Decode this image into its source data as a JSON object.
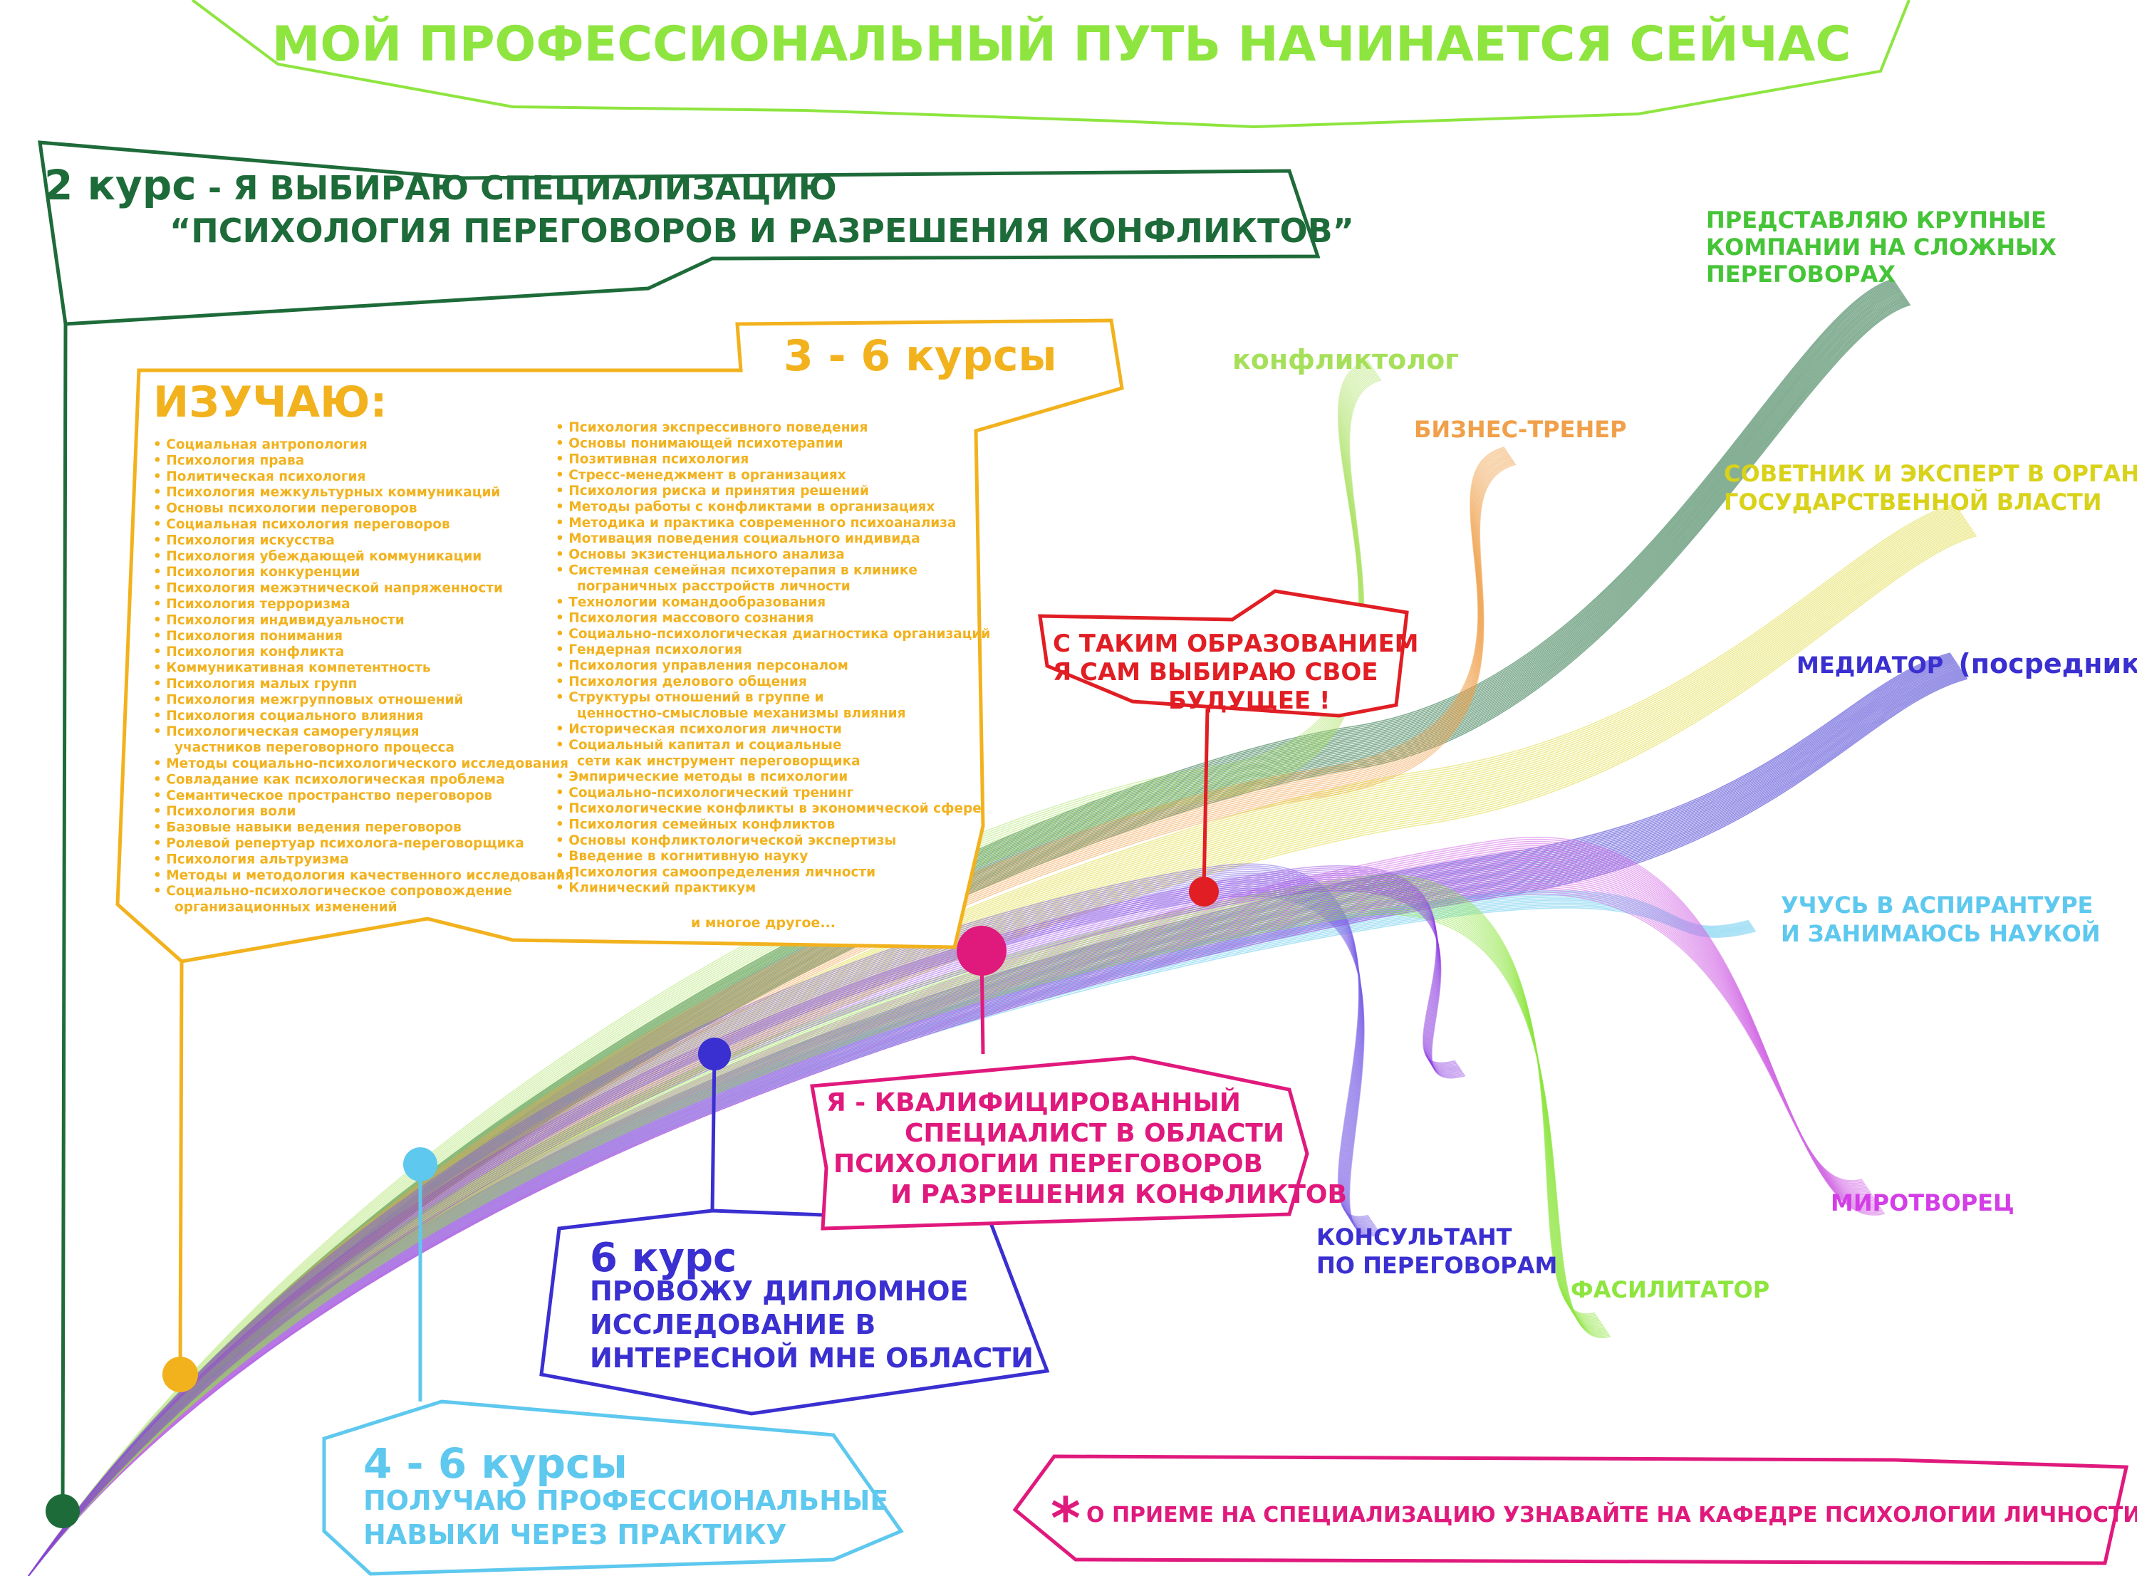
{
  "title": "МОЙ ПРОФЕССИОНАЛЬНЫЙ ПУТЬ НАЧИНАЕТСЯ СЕЙЧАС",
  "stage2": {
    "course": "2  курс",
    "line1": " - Я ВЫБИРАЮ СПЕЦИАЛИЗАЦИЮ",
    "line2": "“ПСИХОЛОГИЯ ПЕРЕГОВОРОВ И РАЗРЕШЕНИЯ КОНФЛИКТОВ”"
  },
  "stage36": {
    "courses": "3 - 6 курсы",
    "heading": "ИЗУЧАЮ:",
    "left_items": [
      "Социальная антропология",
      "Психология права",
      "Политическая психология",
      "Психология межкультурных коммуникаций",
      "Основы психологии переговоров",
      "Социальная психология переговоров",
      "Психология искусства",
      "Психология убеждающей коммуникации",
      "Психология конкуренции",
      "Психология межэтнической напряженности",
      "Психология терроризма",
      "Психология индивидуальности",
      "Психология понимания",
      "Психология конфликта",
      "Коммуникативная компетентность",
      "Психология малых групп",
      "Психология межгрупповых отношений",
      "Психология социального влияния",
      "Психологическая саморегуляция",
      "участников переговорного процесса",
      "Методы социально-психологического исследования",
      "Совладание как психологическая проблема",
      "Семантическое пространство переговоров",
      "Психология воли",
      "Базовые навыки ведения переговоров",
      "Ролевой репертуар психолога-переговорщика",
      "Психология альтруизма",
      "Методы и методология качественного исследования",
      "Социально-психологическое сопровождение",
      "организационных изменений"
    ],
    "right_items": [
      "Психология экспрессивного поведения",
      "Основы понимающей психотерапии",
      "Позитивная психология",
      "Стресс-менеджмент в организациях",
      "Психология риска и принятия решений",
      "Методы работы с конфликтами в организациях",
      "Методика и практика современного психоанализа",
      "Мотивация поведения социального индивида",
      "Основы экзистенциального анализа",
      "Системная семейная психотерапия в клинике",
      "пограничных расстройств личности",
      "Технологии командообразования",
      "Психология массового сознания",
      "Социально-психологическая диагностика организаций",
      "Гендерная психология",
      "Психология управления персоналом",
      "Психология делового общения",
      "Структуры отношений в группе и",
      "ценностно-смысловые механизмы влияния",
      "Историческая психология личности",
      "Социальный капитал и социальные",
      "сети как инструмент переговорщика",
      "Эмпирические методы в психологии",
      "Социально-психологический тренинг",
      "Психологические конфликты в экономической сфере",
      "Психология семейных конфликтов",
      "Основы конфликтологической экспертизы",
      "Введение в когнитивную науку",
      "Психология самоопределения личности",
      "Клинический практикум"
    ],
    "more": "и многое другое..."
  },
  "stage46": {
    "courses": "4 - 6 курсы",
    "line1": "ПОЛУЧАЮ ПРОФЕССИОНАЛЬНЫЕ",
    "line2": "НАВЫКИ ЧЕРЕЗ ПРАКТИКУ"
  },
  "stage6": {
    "course": "6 курс",
    "line1": "ПРОВОЖУ ДИПЛОМНОЕ",
    "line2": "ИССЛЕДОВАНИЕ В",
    "line3": "ИНТЕРЕСНОЙ МНЕ ОБЛАСТИ"
  },
  "qualified": {
    "line1": "Я - КВАЛИФИЦИРОВАННЫЙ",
    "line2": "СПЕЦИАЛИСТ В ОБЛАСТИ",
    "line3": "ПСИХОЛОГИИ ПЕРЕГОВОРОВ",
    "line4": "И РАЗРЕШЕНИЯ КОНФЛИКТОВ"
  },
  "future": {
    "line1": "С ТАКИМ ОБРАЗОВАНИЕМ",
    "line2": "Я САМ ВЫБИРАЮ СВОЕ",
    "line3": "БУДУЩЕЕ !"
  },
  "careers": {
    "big_companies": [
      "ПРЕДСТАВЛЯЮ КРУПНЫЕ",
      "КОМПАНИИ НА СЛОЖНЫХ",
      "ПЕРЕГОВОРАХ"
    ],
    "conflictologist": "конфликтолог",
    "trainer": "БИЗНЕС-ТРЕНЕР",
    "advisor": [
      "СОВЕТНИК И ЭКСПЕРТ В ОРГАНАХ",
      "ГОСУДАРСТВЕННОЙ ВЛАСТИ"
    ],
    "mediator": "МЕДИАТОР",
    "mediator_note": "(посредник)",
    "science": [
      "УЧУСЬ В АСПИРАНТУРЕ",
      "И ЗАНИМАЮСЬ НАУКОЙ"
    ],
    "peacemaker": "МИРОТВОРЕЦ",
    "consultant": [
      "КОНСУЛЬТАНТ",
      "ПО ПЕРЕГОВОРАМ"
    ],
    "facilitator": "ФАСИЛИТАТОР"
  },
  "footnote": {
    "star": "*",
    "text": "О ПРИЕМЕ НА СПЕЦИАЛИЗАЦИЮ УЗНАВАЙТЕ НА КАФЕДРЕ ПСИХОЛОГИИ ЛИЧНОСТИ"
  },
  "colors": {
    "lime": "#8ee53f",
    "dark_green": "#1e6b3a",
    "orange": "#f2b21e",
    "light_orange": "#f0a04a",
    "yellow": "#d9d21a",
    "cyan": "#5ec8ee",
    "blue": "#3a2fd0",
    "magenta": "#e0197d",
    "red": "#e01e24",
    "violet": "#d36ee6",
    "green": "#45c437"
  }
}
